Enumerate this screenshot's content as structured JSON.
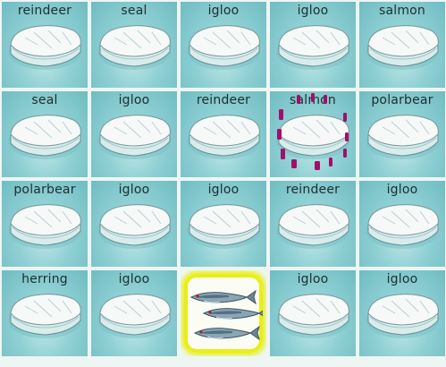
{
  "grid": {
    "rows": [
      [
        {
          "label": "reindeer"
        },
        {
          "label": "seal"
        },
        {
          "label": "igloo"
        },
        {
          "label": "igloo"
        },
        {
          "label": "salmon"
        }
      ],
      [
        {
          "label": "seal"
        },
        {
          "label": "igloo"
        },
        {
          "label": "reindeer"
        },
        {
          "label": "salmon",
          "marked": true
        },
        {
          "label": "polarbear"
        }
      ],
      [
        {
          "label": "polarbear"
        },
        {
          "label": "igloo"
        },
        {
          "label": "igloo"
        },
        {
          "label": "reindeer"
        },
        {
          "label": "igloo"
        }
      ],
      [
        {
          "label": "herring"
        },
        {
          "label": "igloo"
        },
        {
          "revealed": true,
          "picture": "fish-picture"
        },
        {
          "label": "igloo"
        },
        {
          "label": "igloo"
        }
      ]
    ]
  },
  "colors": {
    "highlight": "#e8ef18",
    "marker": "#a0106a",
    "water": "#8fd0d4"
  },
  "icons": {
    "tile": "ice-floe-icon",
    "revealed": "fish-icon"
  }
}
